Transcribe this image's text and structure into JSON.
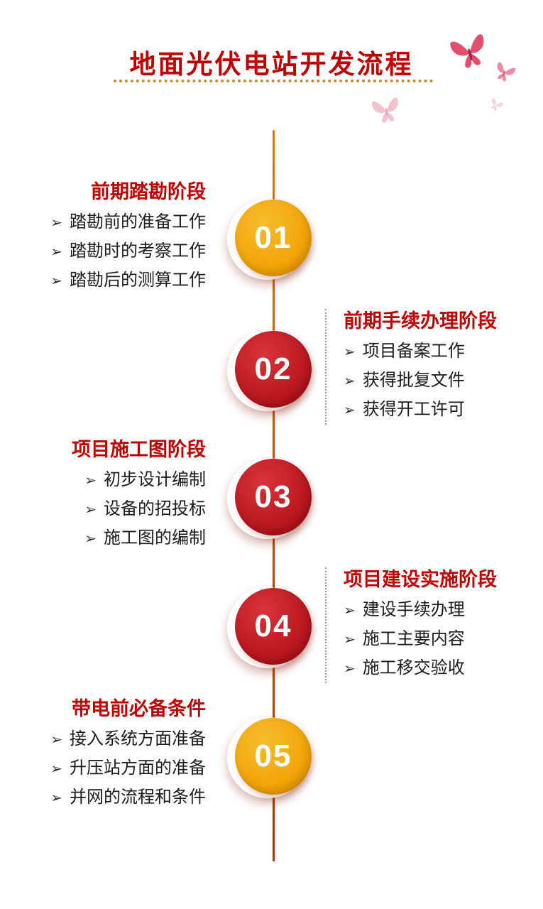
{
  "page": {
    "title": "地面光伏电站开发流程"
  },
  "timeline": {
    "bullet": "➢",
    "steps": [
      {
        "number": "01",
        "side": "left",
        "circle_color": "#efa000",
        "heading": "前期踏勘阶段",
        "items": [
          "踏勘前的准备工作",
          "踏勘时的考察工作",
          "踏勘后的测算工作"
        ]
      },
      {
        "number": "02",
        "side": "right",
        "circle_color": "#b3121a",
        "heading": "前期手续办理阶段",
        "items": [
          "项目备案工作",
          "获得批复文件",
          "获得开工许可"
        ]
      },
      {
        "number": "03",
        "side": "left",
        "circle_color": "#b3121a",
        "heading": "项目施工图阶段",
        "items": [
          "初步设计编制",
          "设备的招投标",
          "施工图的编制"
        ]
      },
      {
        "number": "04",
        "side": "right",
        "circle_color": "#b3121a",
        "heading": "项目建设实施阶段",
        "items": [
          "建设手续办理",
          "施工主要内容",
          "施工移交验收"
        ]
      },
      {
        "number": "05",
        "side": "left",
        "circle_color": "#efa000",
        "heading": "带电前必备条件",
        "items": [
          "接入系统方面准备",
          "升压站方面的准备",
          "并网的流程和条件"
        ]
      }
    ]
  },
  "colors": {
    "title_red": "#c00000",
    "heading_red": "#c00000",
    "circle_gold": "#efa000",
    "circle_red": "#b3121a",
    "spine_orange": "#b34a0e",
    "dotted_rule": "#c9882d",
    "butterfly_pink": "#e14f6d"
  }
}
